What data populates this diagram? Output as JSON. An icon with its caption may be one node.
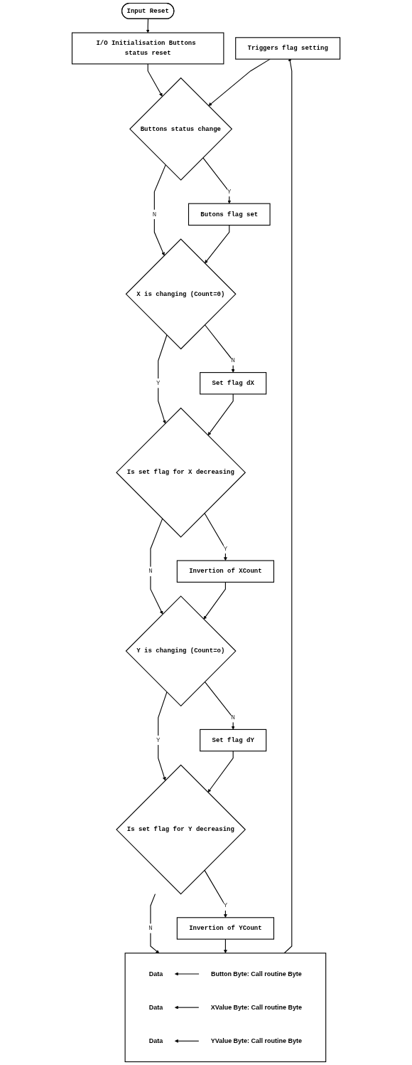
{
  "diagram": {
    "nodes": [
      {
        "text": [
          "Input Reset"
        ]
      },
      {
        "text": [
          "I/O Initialisation Buttons status reset"
        ]
      },
      {
        "text": [
          "Buttons status change"
        ]
      },
      {
        "text": [
          "Butons flag set"
        ]
      },
      {
        "text": [
          "X is changing (Count=0)"
        ]
      },
      {
        "text": [
          "Set flag dX"
        ]
      },
      {
        "text": [
          "Is set flag for X decreasing"
        ]
      },
      {
        "text": [
          "Invertion of XCount"
        ]
      },
      {
        "text": [
          "Y is changing (Count=o)"
        ]
      },
      {
        "text": [
          "Set flag dY"
        ]
      },
      {
        "text": [
          "Is set flag for Y decreasing"
        ]
      },
      {
        "text": [
          "Invertion of YCount"
        ]
      },
      {
        "text": [],
        "shape": "box"
      },
      {
        "text": [
          "Data"
        ],
        "in": 12
      },
      {
        "text": [
          "Button Byte: Call routine Byte"
        ],
        "in": 12
      },
      {
        "text": [
          "Data"
        ],
        "in": 12
      },
      {
        "text": [
          "XValue Byte: Call routine Byte"
        ],
        "in": 12
      },
      {
        "text": [
          "Data"
        ],
        "in": 12
      },
      {
        "text": [
          "YValue Byte: Call routine Byte"
        ],
        "in": 12
      },
      {
        "text": [
          "Triggers flag setting"
        ]
      }
    ],
    "edges": [
      {
        "from": 0,
        "to": 1,
        "arrow": "to"
      },
      {
        "from": 1,
        "to": 2,
        "arrow": "to"
      },
      {
        "from": 2,
        "to": 3,
        "label": "Y",
        "arrow": "to"
      },
      {
        "from": 2,
        "to": 4,
        "label": "N",
        "arrow": "to"
      },
      {
        "from": 3,
        "to": 4,
        "arrow": "to"
      },
      {
        "from": 4,
        "to": 5,
        "label": "N",
        "arrow": "to"
      },
      {
        "from": 4,
        "to": 6,
        "label": "Y",
        "arrow": "to"
      },
      {
        "from": 5,
        "to": 6,
        "arrow": "to"
      },
      {
        "from": 6,
        "to": 7,
        "label": "Y",
        "arrow": "to"
      },
      {
        "from": 6,
        "to": 8,
        "label": "N",
        "arrow": "to"
      },
      {
        "from": 7,
        "to": 8,
        "arrow": "to"
      },
      {
        "from": 8,
        "to": 9,
        "label": "N",
        "arrow": "to"
      },
      {
        "from": 8,
        "to": 10,
        "label": "Y",
        "arrow": "to"
      },
      {
        "from": 9,
        "to": 10,
        "arrow": "to"
      },
      {
        "from": 10,
        "to": 11,
        "label": "Y",
        "arrow": "to"
      },
      {
        "from": 10,
        "to": 12,
        "label": "N",
        "arrow": "to"
      },
      {
        "from": 11,
        "to": 12,
        "arrow": "to"
      },
      {
        "from": 14,
        "to": 13,
        "arrow": "to"
      },
      {
        "from": 16,
        "to": 15,
        "arrow": "to"
      },
      {
        "from": 18,
        "to": 17,
        "arrow": "to"
      },
      {
        "from": 12,
        "to": 19,
        "arrow": "to"
      },
      {
        "from": 19,
        "to": 2,
        "arrow": "to"
      }
    ]
  }
}
